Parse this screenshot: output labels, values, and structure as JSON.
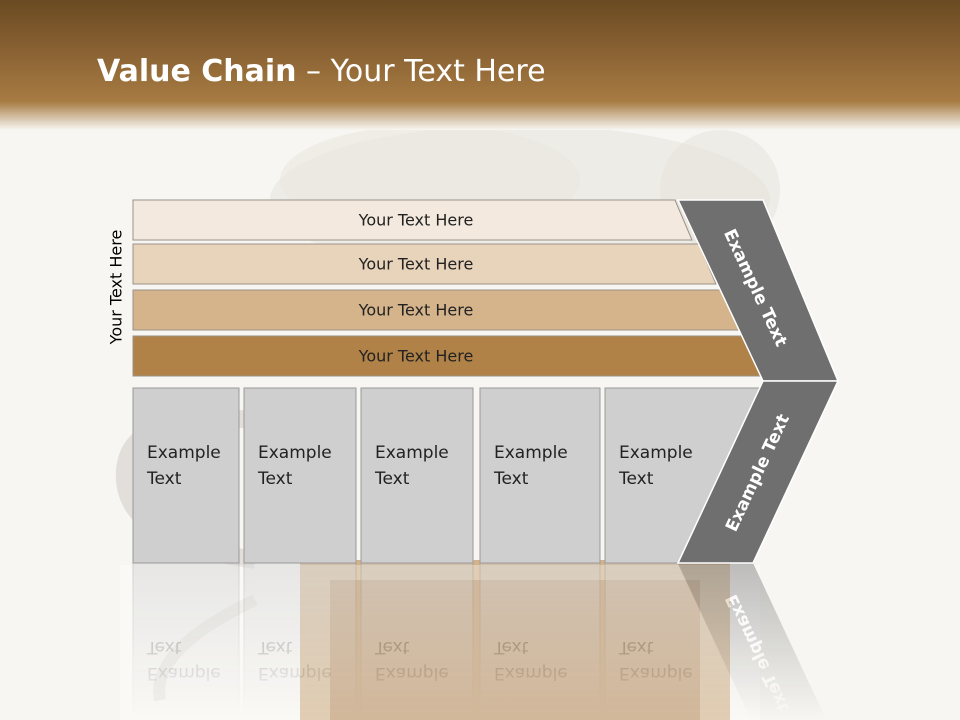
{
  "slide": {
    "title_bold": "Value Chain",
    "title_rest": " – Your Text Here",
    "side_label": "Your Text Here"
  },
  "rows": [
    "Your Text Here",
    "Your Text Here",
    "Your Text Here",
    "Your Text Here"
  ],
  "boxes": [
    {
      "line1": "Example",
      "line2": "Text"
    },
    {
      "line1": "Example",
      "line2": "Text"
    },
    {
      "line1": "Example",
      "line2": "Text"
    },
    {
      "line1": "Example",
      "line2": "Text"
    },
    {
      "line1": "Example",
      "line2": "Text"
    }
  ],
  "arrow": {
    "upper": "Example Text",
    "lower": "Example Text"
  },
  "colors": {
    "header": "#8a6233",
    "row_fills": [
      "#f3e9de",
      "#e8d3bb",
      "#d5b48c",
      "#b18248"
    ],
    "box_fill": "#cfcfcf",
    "arrow_fill": "#6f6f6f"
  }
}
